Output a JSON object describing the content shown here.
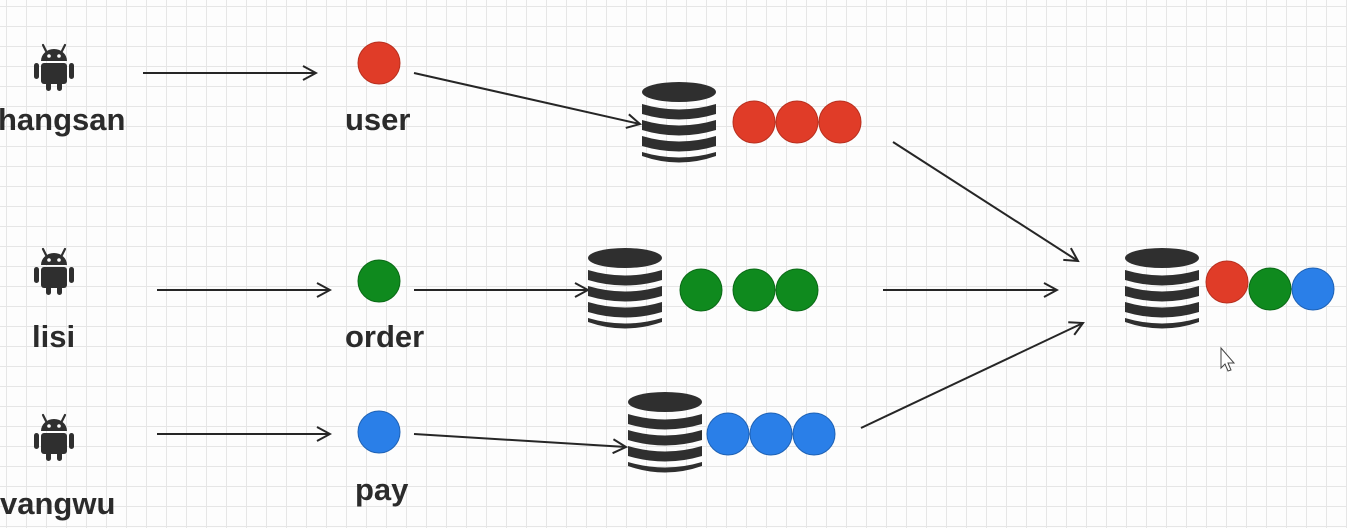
{
  "users": [
    {
      "id": "zhangsan",
      "label": "hangsan"
    },
    {
      "id": "lisi",
      "label": "lisi"
    },
    {
      "id": "wangwu",
      "label": "vangwu"
    }
  ],
  "services": [
    {
      "id": "user",
      "label": "user",
      "color": "#e03c28"
    },
    {
      "id": "order",
      "label": "order",
      "color": "#0f8a1e"
    },
    {
      "id": "pay",
      "label": "pay",
      "color": "#2a7fe8"
    }
  ],
  "icons": {
    "client": "android-icon",
    "store": "database-icon",
    "pointer": "mouse-cursor-icon"
  },
  "colors": {
    "dark": "#2f2f2f",
    "arrow": "#262626"
  }
}
